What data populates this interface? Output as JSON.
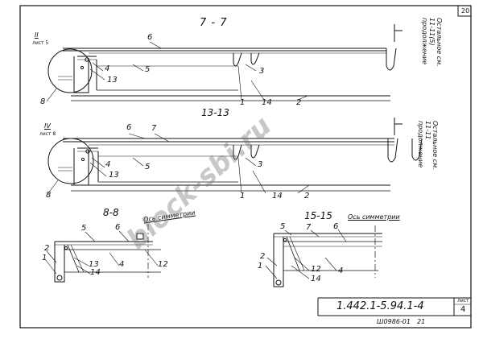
{
  "sheet": {
    "page_number": "20",
    "doc_code": "1.442.1-5.94.1-4",
    "sheet_label": "лист",
    "sheet_number": "4",
    "footer_left": "Ш0986-01",
    "footer_right": "21"
  },
  "watermark": "block-sbi.ru",
  "sections": {
    "s77": {
      "title": "7 - 7",
      "note": "Остальное см. 11-11(5) продолжение",
      "marker": "II",
      "marker_sub": "лист 5",
      "labels": [
        "6",
        "4",
        "13",
        "5",
        "3",
        "8",
        "1",
        "14",
        "2"
      ]
    },
    "s1313": {
      "title": "13-13",
      "note": "Остальное см. 11-11 продолжение",
      "marker": "IV",
      "marker_sub": "лист 8",
      "labels": [
        "6",
        "7",
        "4",
        "13",
        "5",
        "3",
        "8",
        "1",
        "14",
        "2"
      ]
    },
    "s88": {
      "title": "8-8",
      "axis_note": "Ось симметрии",
      "labels": [
        "5",
        "6",
        "2",
        "1",
        "13",
        "14",
        "4",
        "12"
      ]
    },
    "s1515": {
      "title": "15-15",
      "axis_note": "Ось симметрии",
      "labels": [
        "5",
        "7",
        "6",
        "2",
        "1",
        "12",
        "14",
        "4"
      ]
    }
  },
  "colors": {
    "ink": "#111111",
    "paper": "#ffffff",
    "watermark": "#6e6e6e"
  }
}
